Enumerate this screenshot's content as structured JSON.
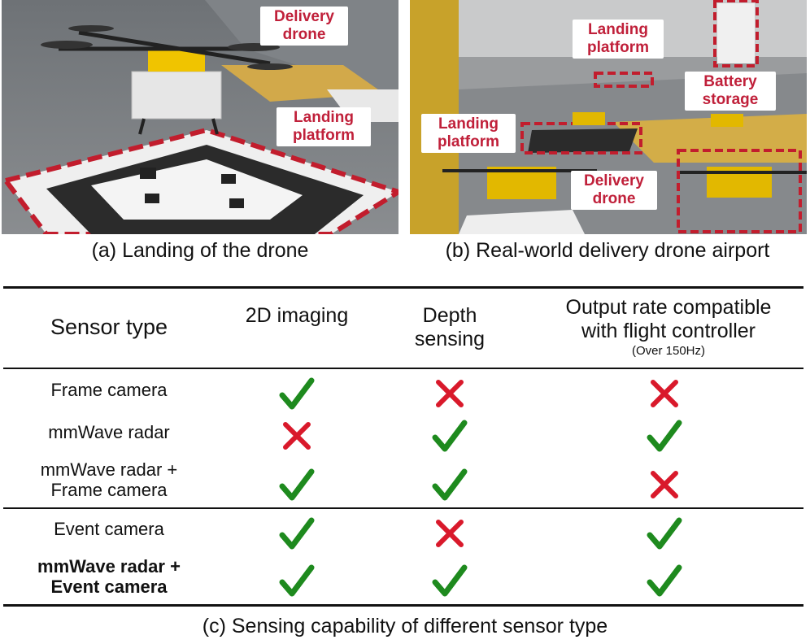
{
  "panels": {
    "a": {
      "caption": "(a) Landing of the drone",
      "labels": [
        "Delivery drone",
        "Landing platform"
      ]
    },
    "b": {
      "caption": "(b) Real-world delivery drone airport",
      "labels": [
        "Landing platform",
        "Battery storage",
        "Landing platform",
        "Delivery drone"
      ]
    }
  },
  "table": {
    "headers": {
      "sensor_type": "Sensor type",
      "imaging": "2D imaging",
      "depth": "Depth sensing",
      "output_rate": "Output rate compatible with flight controller",
      "output_rate_note": "(Over 150Hz)"
    },
    "rows": [
      {
        "label": "Frame camera",
        "bold": false,
        "imaging": true,
        "depth": false,
        "output_rate": false
      },
      {
        "label": "mmWave radar",
        "bold": false,
        "imaging": false,
        "depth": true,
        "output_rate": true
      },
      {
        "label": "mmWave radar + Frame camera",
        "bold": false,
        "imaging": true,
        "depth": true,
        "output_rate": false
      },
      {
        "label": "Event camera",
        "bold": false,
        "imaging": true,
        "depth": false,
        "output_rate": true
      },
      {
        "label": "mmWave radar + Event camera",
        "bold": true,
        "imaging": true,
        "depth": true,
        "output_rate": true
      }
    ],
    "caption": "(c) Sensing capability of different sensor type",
    "colors": {
      "check": "#1e8a1e",
      "cross": "#d9192b",
      "callout_text": "#c0203a"
    }
  }
}
